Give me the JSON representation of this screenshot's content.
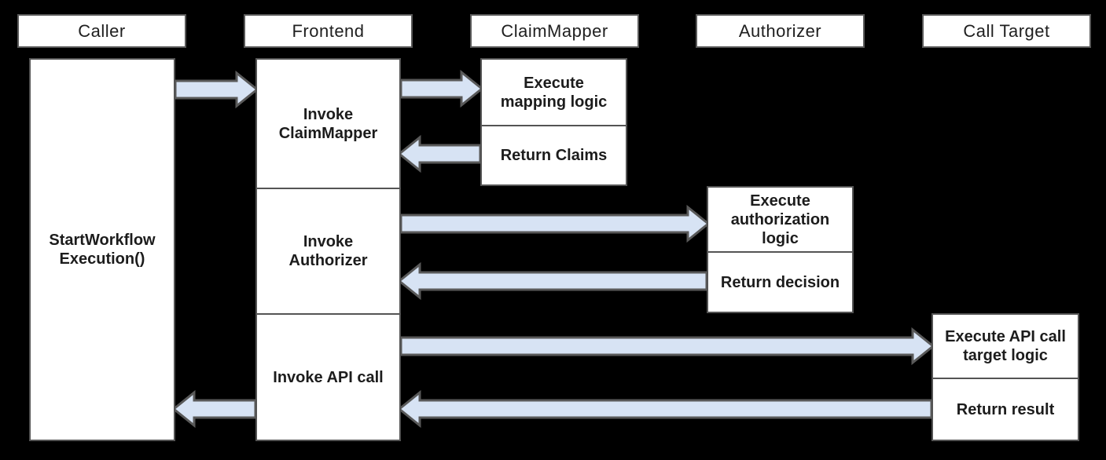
{
  "diagram": {
    "type": "sequence-diagram",
    "description": "Workflow execution sequence across services"
  },
  "colors": {
    "background": "#000000",
    "box_fill": "#ffffff",
    "box_border": "#595959",
    "arrow_fill": "#d7e3f4",
    "arrow_outline": "#595959",
    "text": "#1c1c1c"
  },
  "actors": [
    {
      "name": "Caller",
      "segments": [
        {
          "label": "StartWorkflow\nExecution()"
        }
      ]
    },
    {
      "name": "Frontend",
      "segments": [
        {
          "label": "Invoke\nClaimMapper"
        },
        {
          "label": "Invoke\nAuthorizer"
        },
        {
          "label": "Invoke API call"
        }
      ]
    },
    {
      "name": "ClaimMapper",
      "segments": [
        {
          "label": "Execute\nmapping logic"
        },
        {
          "label": "Return Claims"
        }
      ]
    },
    {
      "name": "Authorizer",
      "segments": [
        {
          "label": "Execute\nauthorization\nlogic"
        },
        {
          "label": "Return decision"
        }
      ]
    },
    {
      "name": "Call Target",
      "segments": [
        {
          "label": "Execute API call\ntarget logic"
        },
        {
          "label": "Return result"
        }
      ]
    }
  ],
  "arrows": [
    {
      "name": "caller-to-frontend",
      "from": "Caller",
      "to": "Frontend",
      "direction": "right"
    },
    {
      "name": "frontend-to-claimmapper",
      "from": "Frontend",
      "to": "ClaimMapper",
      "direction": "right"
    },
    {
      "name": "claimmapper-to-frontend",
      "from": "ClaimMapper",
      "to": "Frontend",
      "direction": "left"
    },
    {
      "name": "frontend-to-authorizer",
      "from": "Frontend",
      "to": "Authorizer",
      "direction": "right"
    },
    {
      "name": "authorizer-to-frontend",
      "from": "Authorizer",
      "to": "Frontend",
      "direction": "left"
    },
    {
      "name": "frontend-to-calltarget",
      "from": "Frontend",
      "to": "Call Target",
      "direction": "right"
    },
    {
      "name": "calltarget-to-frontend",
      "from": "Call Target",
      "to": "Frontend",
      "direction": "left"
    },
    {
      "name": "frontend-to-caller",
      "from": "Frontend",
      "to": "Caller",
      "direction": "left"
    }
  ]
}
